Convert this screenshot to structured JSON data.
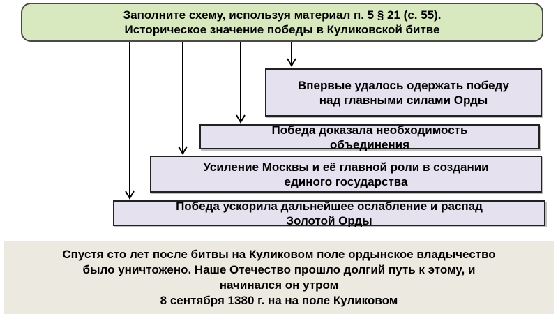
{
  "header": {
    "line1": "Заполните схему, используя материал п. 5 § 21 (с. 55).",
    "line2": "Историческое значение победы в Куликовской битве"
  },
  "items": [
    {
      "line1": "Впервые удалось одержать победу",
      "line2": "над главными силами Орды"
    },
    {
      "line1": "Победа доказала необходимость",
      "line2": "объединения"
    },
    {
      "line1": "Усиление Москвы и её главной роли в создании",
      "line2": "единого государства"
    },
    {
      "line1": "Победа ускорила дальнейшее ослабление и распад",
      "line2": "Золотой Орды"
    }
  ],
  "footer": {
    "line1": "Спустя сто лет после битвы на Куликовом поле ордынское владычество",
    "line2": "было уничтожено. Наше Отечество прошло долгий путь к этому, и",
    "line3": "начинался он утром",
    "line4": "8 сентября 1380 г. на на поле Куликовом"
  },
  "colors": {
    "header_fill": "#d8e8bf",
    "item_fill": "#e6e1ee",
    "footer_fill": "#ece9e1"
  }
}
